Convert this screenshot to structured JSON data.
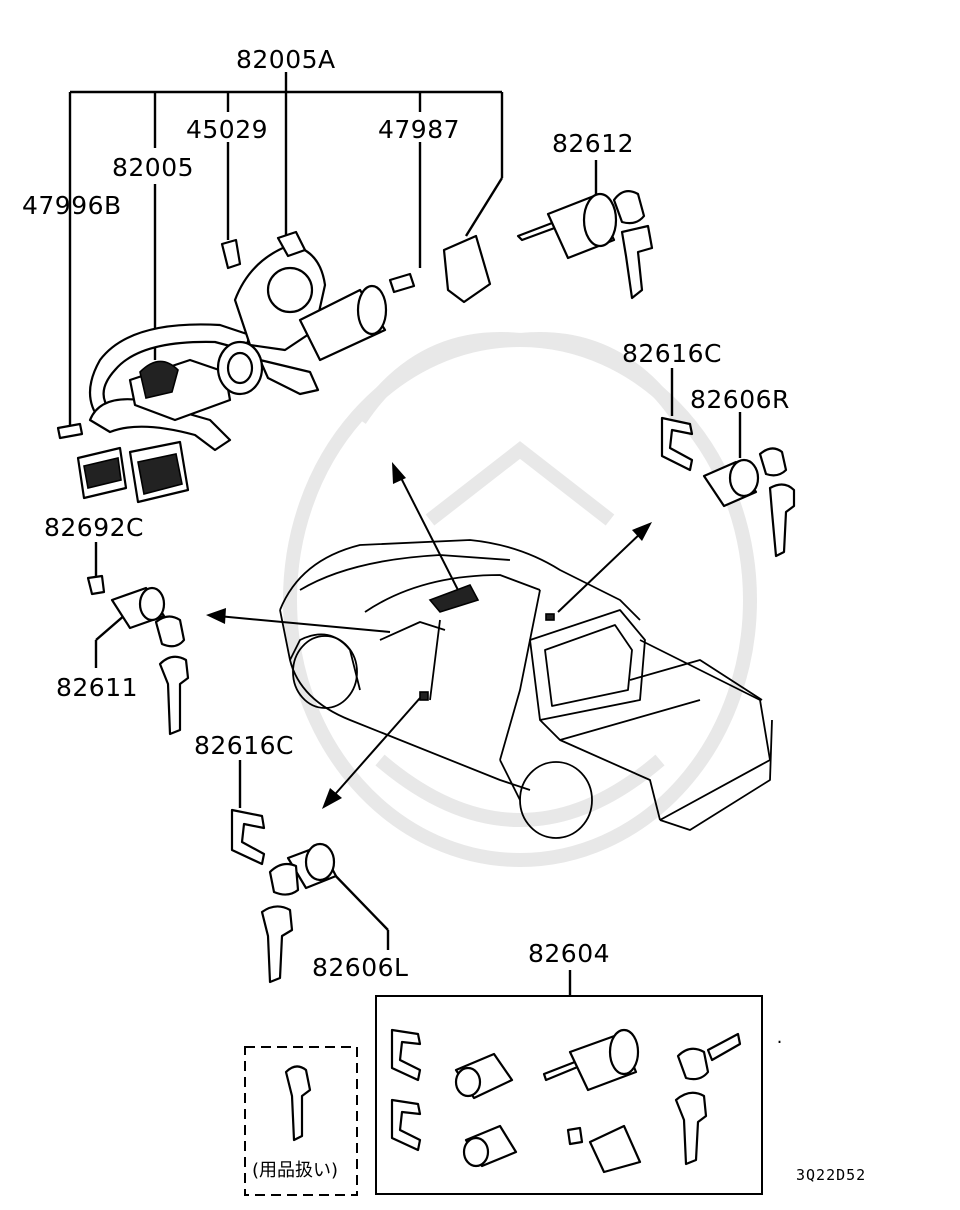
{
  "labels": {
    "p82005A": "82005A",
    "p45029": "45029",
    "p47987": "47987",
    "p82005": "82005",
    "p47996B": "47996B",
    "p82612": "82612",
    "p82616C_right": "82616C",
    "p82606R": "82606R",
    "p82692C": "82692C",
    "p82611": "82611",
    "p82616C_left": "82616C",
    "p82606L": "82606L",
    "p82604": "82604",
    "key_note": "(用品扱い)",
    "diagram_code": "3Q22D52"
  }
}
